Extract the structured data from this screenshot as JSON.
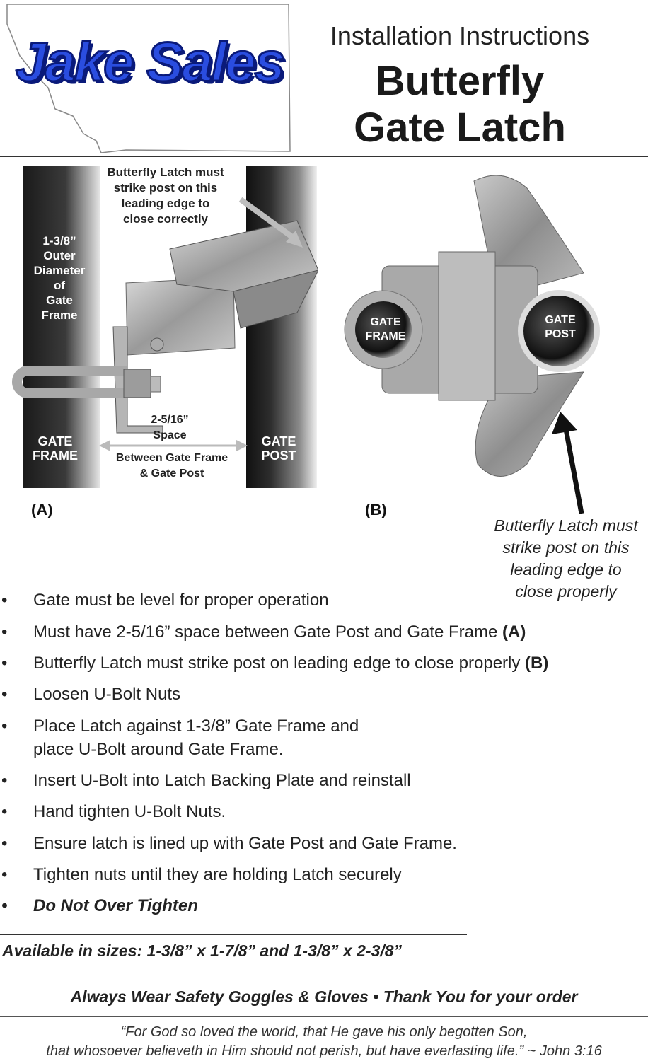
{
  "header": {
    "logo_text": "Jake Sales",
    "subtitle": "Installation Instructions",
    "title_line1": "Butterfly",
    "title_line2": "Gate Latch"
  },
  "figure_a": {
    "callout": [
      "Butterfly Latch must",
      "strike post on this",
      "leading edge to",
      "close correctly"
    ],
    "diameter_label": [
      "1-3/8”",
      "Outer",
      "Diameter",
      "of",
      "Gate",
      "Frame"
    ],
    "space_label": [
      "2-5/16”",
      "Space"
    ],
    "between_label": [
      "Between Gate Frame",
      "& Gate Post"
    ],
    "gate_frame": [
      "GATE",
      "FRAME"
    ],
    "gate_post": [
      "GATE",
      "POST"
    ],
    "letter": "(A)"
  },
  "figure_b": {
    "gate_frame": [
      "GATE",
      "FRAME"
    ],
    "gate_post": [
      "GATE",
      "POST"
    ],
    "letter": "(B)",
    "note": [
      "Butterfly Latch must",
      "strike post on this",
      "leading edge to",
      "close properly"
    ]
  },
  "steps": [
    {
      "text": "Gate must be level for proper operation",
      "ref": ""
    },
    {
      "text": "Must have 2-5/16” space between Gate Post and Gate Frame ",
      "ref": "(A)"
    },
    {
      "text": "Butterfly Latch must strike post on leading edge to close properly ",
      "ref": "(B)"
    },
    {
      "text": "Loosen U-Bolt Nuts",
      "ref": ""
    },
    {
      "text": "Place Latch against 1-3/8” Gate Frame and",
      "text2": "place U-Bolt around Gate Frame.",
      "ref": ""
    },
    {
      "text": "Insert U-Bolt into Latch Backing Plate and reinstall",
      "ref": ""
    },
    {
      "text": "Hand tighten U-Bolt Nuts.",
      "ref": ""
    },
    {
      "text": "Ensure latch is lined up with Gate Post and Gate Frame.",
      "ref": ""
    },
    {
      "text": "Tighten nuts until they are holding Latch securely",
      "ref": ""
    },
    {
      "text": "Do Not Over Tighten",
      "ref": ""
    }
  ],
  "bullet": "•",
  "sizes": "Available in sizes: 1-3/8” x 1-7/8”  and 1-3/8” x 2-3/8”",
  "safety": "Always Wear Safety Goggles & Gloves   •   Thank You for your order",
  "verse_line1": "“For God so loved the world, that He gave his only begotten Son,",
  "verse_line2": "that whosoever believeth in Him should not perish, but have everlasting life.” ~ John 3:16"
}
